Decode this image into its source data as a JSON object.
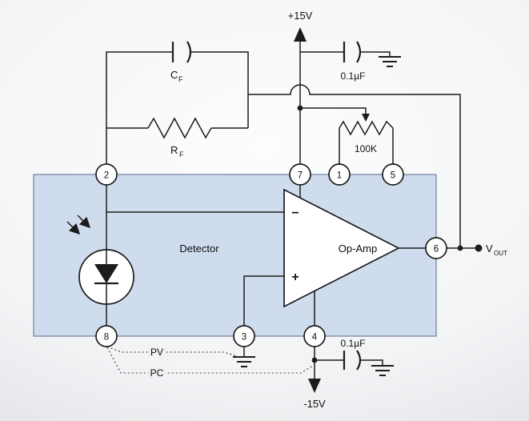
{
  "colors": {
    "ic_fill": "#cfdcee",
    "ic_stroke": "#5b6b87",
    "wire": "#1c1c1c"
  },
  "supplies": {
    "positive": "+15V",
    "negative": "-15V"
  },
  "feedback": {
    "capacitor": {
      "name": "C",
      "sub": "F"
    },
    "resistor": {
      "name": "R",
      "sub": "F"
    }
  },
  "decoupling": {
    "top_value": "0.1µF",
    "bottom_value": "0.1µF"
  },
  "potentiometer": {
    "value": "100K"
  },
  "detector": {
    "label": "Detector"
  },
  "opamp": {
    "label": "Op-Amp",
    "inverting": "−",
    "noninverting": "+"
  },
  "output": {
    "name": "V",
    "sub": "OUT"
  },
  "pins": {
    "p1": "1",
    "p2": "2",
    "p3": "3",
    "p4": "4",
    "p5": "5",
    "p6": "6",
    "p7": "7",
    "p8": "8"
  },
  "modes": {
    "pv": "PV",
    "pc": "PC"
  }
}
